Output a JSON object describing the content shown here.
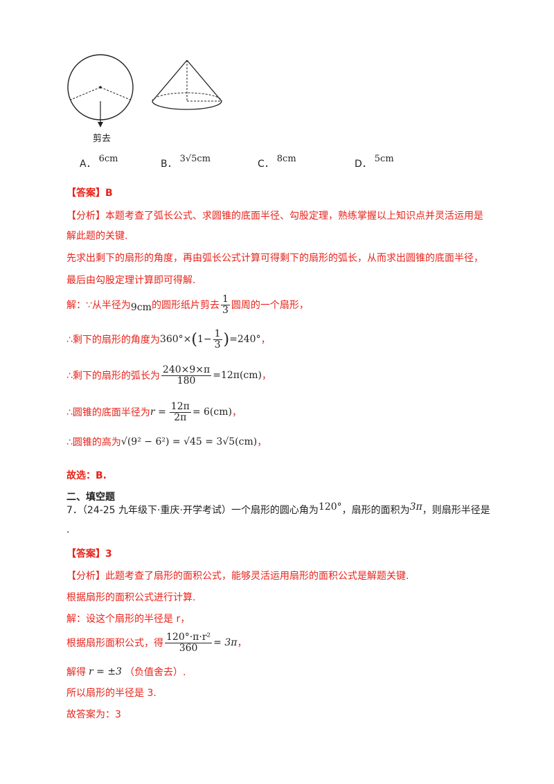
{
  "figure": {
    "cut_label": "剪去"
  },
  "options": [
    {
      "label": "A．",
      "value": "6cm"
    },
    {
      "label": "B．",
      "value": "3√5cm"
    },
    {
      "label": "C．",
      "value": "8cm"
    },
    {
      "label": "D．",
      "value": "5cm"
    }
  ],
  "q6": {
    "answer": "【答案】B",
    "analysis_1": "【分析】本题考查了弧长公式、求圆锥的底面半径、勾股定理，熟练掌握以上知识点并灵活运用是",
    "analysis_2": "解此题的关键.",
    "analysis_3": "先求出剩下的扇形的角度，再由弧长公式计算可得剩下的扇形的弧长，从而求出圆锥的底面半径，",
    "analysis_4": "最后由勾股定理计算即可得解.",
    "sol_prefix": "解：∵从半径为",
    "sol_radius": "9cm",
    "sol_mid": "的圆形纸片剪去",
    "sol_frac_num": "1",
    "sol_frac_den": "3",
    "sol_end": "圆周的一个扇形，",
    "step1_text": "∴剩下的扇形的角度为",
    "step1_a": "360°×",
    "step1_b": "1−",
    "step1_c": "=240°",
    "step1_end": "，",
    "step2_text": "∴剩下的扇形的弧长为",
    "step2_num": "240×9×π",
    "step2_den": "180",
    "step2_res": "=12π(cm)",
    "step2_end": "，",
    "step3_text": "∴圆锥的底面半径为",
    "step3_lhs": "r =",
    "step3_num": "12π",
    "step3_den": "2π",
    "step3_res": "= 6(cm)",
    "step3_end": "，",
    "step4_text": "∴圆锥的高为",
    "step4_expr": "√(9² − 6²) = √45 = 3√5(cm)",
    "step4_end": "，",
    "choice": "故选：B."
  },
  "section": {
    "title": "二、填空题"
  },
  "q7": {
    "stem_a": "7．（24-25 九年级下·重庆·开学考试）一个扇形的圆心角为",
    "stem_angle": "120°",
    "stem_b": "，扇形的面积为",
    "stem_area": "3π",
    "stem_c": "，则扇形半径是",
    "stem_dot": ".",
    "answer": "【答案】3",
    "analysis_1": "【分析】此题考查了扇形的面积公式，能够灵活运用扇形的面积公式是解题关键.",
    "analysis_2": "根据扇形的面积公式进行计算.",
    "sol_1": "解：设这个扇形的半径是 r，",
    "sol_2_text": "根据扇形面积公式，得",
    "sol_2_num": "120°·π·r²",
    "sol_2_den": "360",
    "sol_2_res": "= 3π",
    "sol_2_end": "，",
    "sol_3_a": "解得",
    "sol_3_math": "r = ±3",
    "sol_3_b": "（负值舍去）.",
    "sol_4": "所以扇形的半径是 3.",
    "sol_5": "故答案为：3"
  }
}
